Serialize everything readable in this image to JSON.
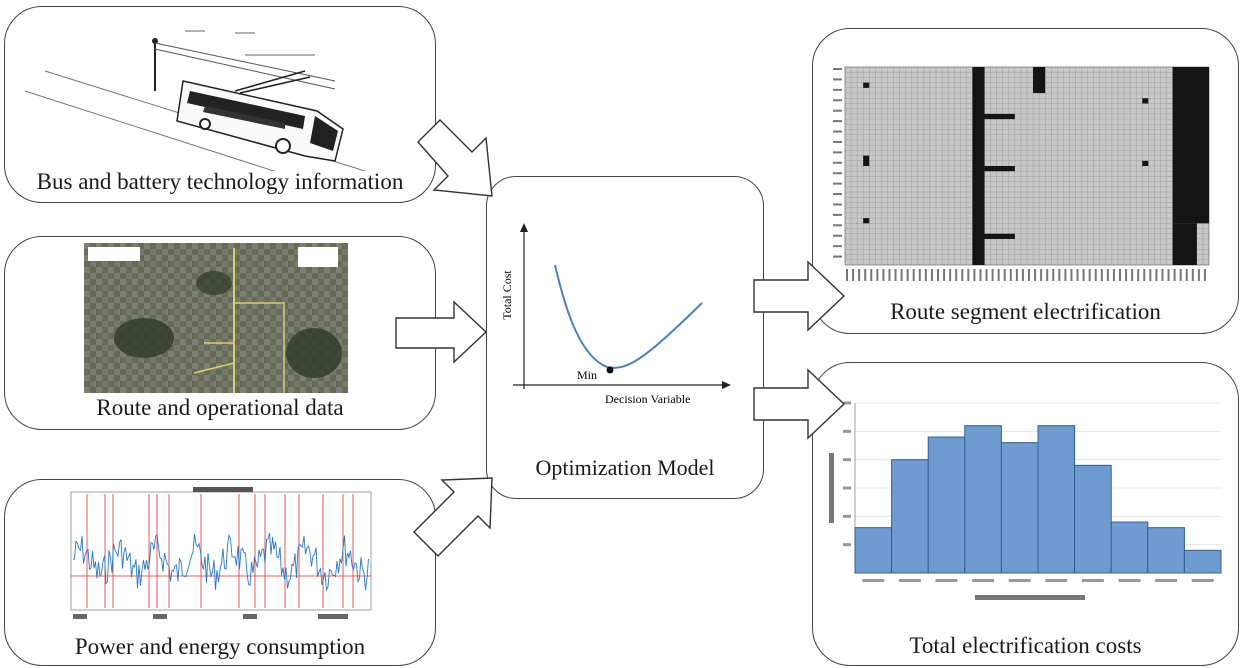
{
  "inputs": {
    "bus_battery": {
      "caption": "Bus and battery technology  information"
    },
    "route_data": {
      "caption": "Route and operational data"
    },
    "power_energy": {
      "caption": "Power and energy consumption"
    }
  },
  "model": {
    "caption": "Optimization Model",
    "ylabel": "Total Cost",
    "xlabel": "Decision Variable",
    "min_label": "Min"
  },
  "outputs": {
    "route_segment": {
      "caption": "Route segment electrification"
    },
    "total_costs": {
      "caption": "Total electrification costs",
      "chart_data": {
        "type": "bar",
        "values": [
          8,
          20,
          24,
          26,
          23,
          26,
          19,
          9,
          8,
          4
        ],
        "ylim": [
          0,
          30
        ]
      }
    }
  },
  "colors": {
    "histogram_fill": "#6f9bd1",
    "histogram_edge": "#2f5f8f",
    "curve": "#4f82b8",
    "arrow_stroke": "#333333",
    "panel_border": "#444444"
  }
}
